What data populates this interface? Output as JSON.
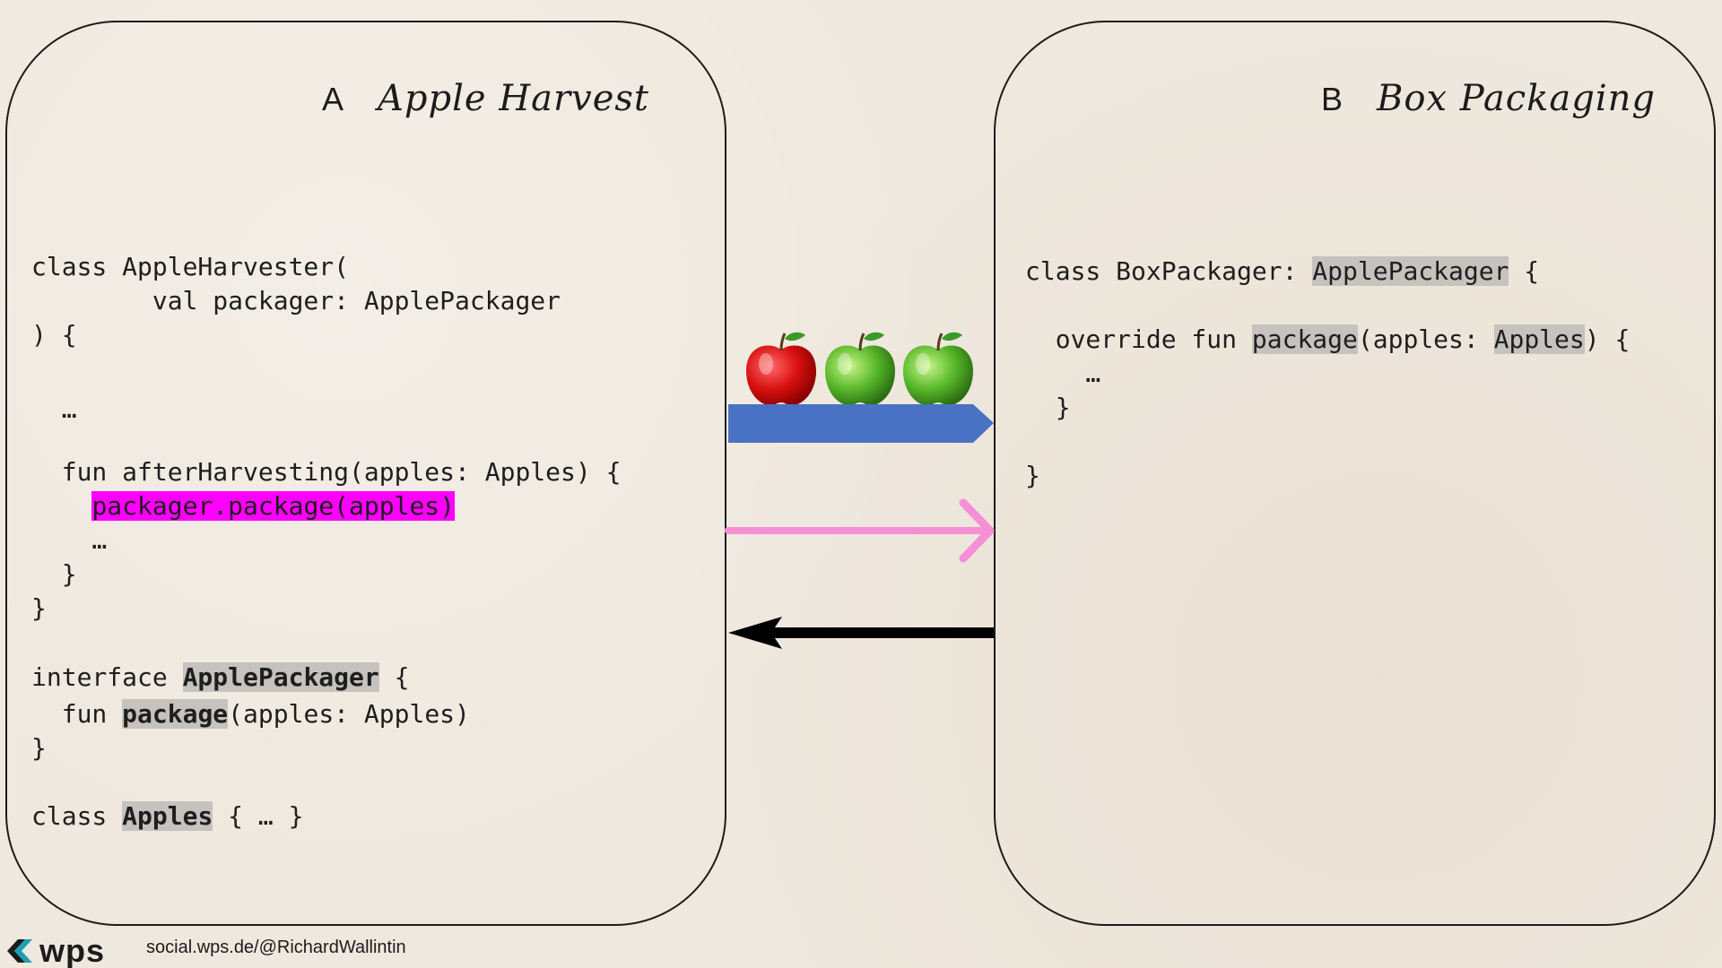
{
  "panel_a": {
    "letter": "A",
    "name": "Apple Harvest",
    "code": {
      "l1": "class AppleHarvester(",
      "l2": "        val packager: ApplePackager",
      "l3": ") {",
      "l4": "  …",
      "l5": "  fun afterHarvesting(apples: Apples) {",
      "l6_indent": "    ",
      "l6_call": "packager.package(apples)",
      "l7": "    …",
      "l8": "  }",
      "l9": "}",
      "l10_pre": "interface ",
      "l10_type": "ApplePackager",
      "l10_post": " {",
      "l11_pre": "  fun ",
      "l11_fn": "package",
      "l11_post": "(apples: Apples)",
      "l12": "}",
      "l13_pre": "class ",
      "l13_type": "Apples",
      "l13_post": " { … }"
    }
  },
  "panel_b": {
    "letter": "B",
    "name": "Box Packaging",
    "code": {
      "l1_pre": "class BoxPackager: ",
      "l1_type": "ApplePackager",
      "l1_post": " {",
      "l2_pre": "  override fun ",
      "l2_fn": "package",
      "l2_mid": "(apples: ",
      "l2_type": "Apples",
      "l2_post": ") {",
      "l3": "    …",
      "l4": "  }",
      "l5": "}"
    }
  },
  "colors": {
    "data_arrow": "#4a72c4",
    "call_arrow": "#f78fd6",
    "return_arrow": "#000000",
    "call_highlight": "#ff00ff",
    "type_highlight": "#c6c2bd"
  },
  "footer": {
    "brand": "wps",
    "credit": "social.wps.de/@RichardWallintin"
  }
}
